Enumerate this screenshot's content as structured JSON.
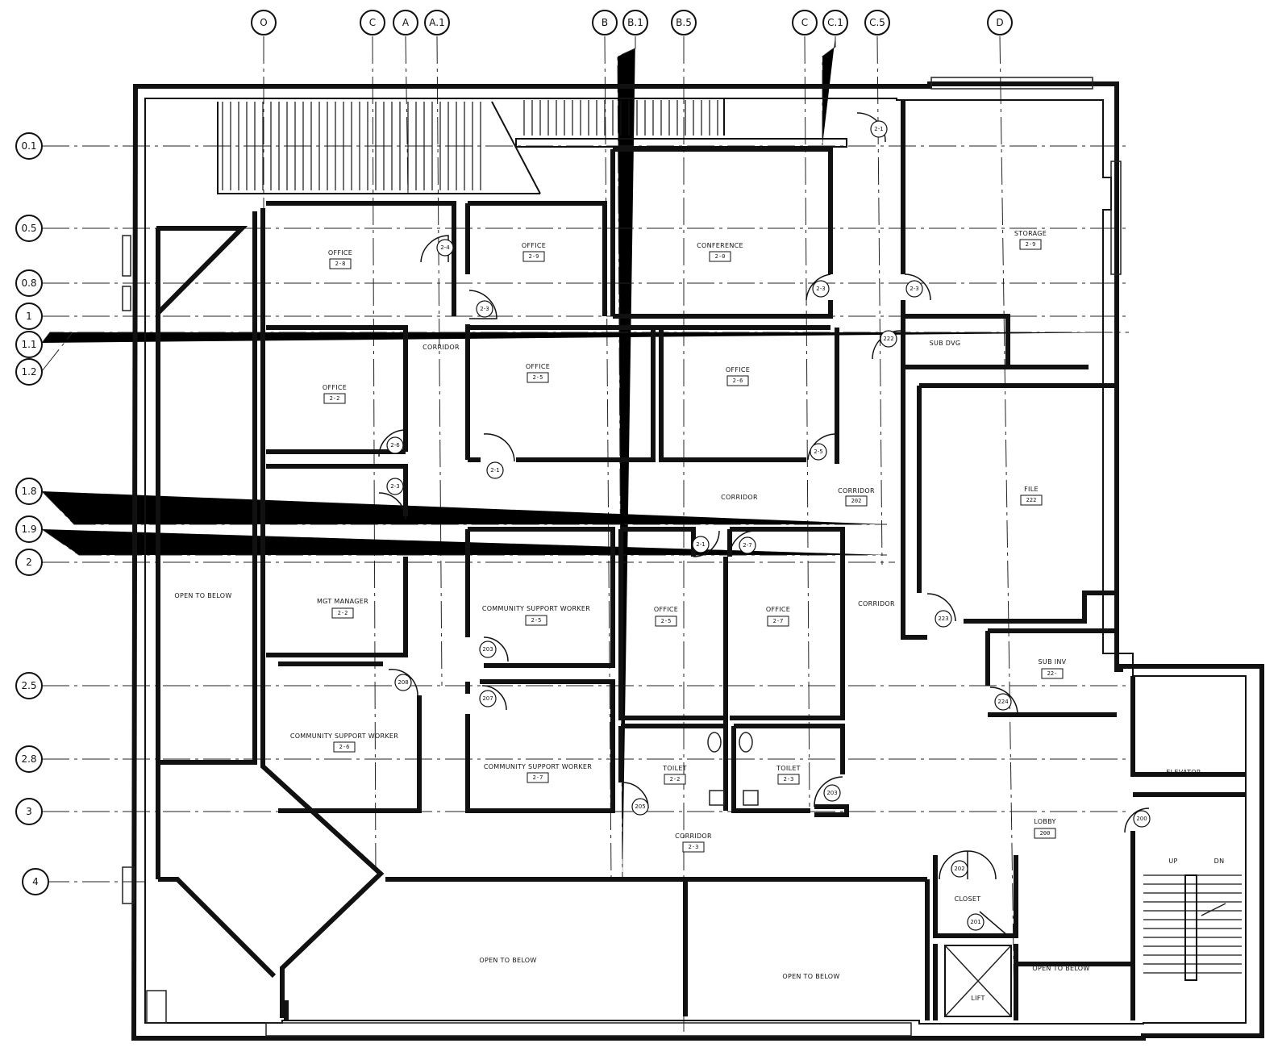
{
  "grid": {
    "columns": [
      "O",
      "C",
      "A",
      "A.1",
      "B",
      "B.1",
      "B.5",
      "C",
      "C.1",
      "C.5",
      "D"
    ],
    "rows": [
      "0.1",
      "0.5",
      "0.8",
      "1",
      "1.1",
      "1.2",
      "1.8",
      "1.9",
      "2",
      "2.5",
      "2.8",
      "3",
      "4"
    ]
  },
  "rooms": {
    "office_tl": {
      "name": "OFFICE",
      "num": "2-8"
    },
    "office_tc": {
      "name": "OFFICE",
      "num": "2-9"
    },
    "conference": {
      "name": "CONFERENCE",
      "num": "2-0"
    },
    "storage_tr": {
      "name": "STORAGE",
      "num": "2-9"
    },
    "office_l2": {
      "name": "OFFICE",
      "num": "2-2"
    },
    "office_c2": {
      "name": "OFFICE",
      "num": "2-5"
    },
    "office_c3": {
      "name": "OFFICE",
      "num": "2-6"
    },
    "sub_dvg": {
      "name": "SUB DVG",
      "num": ""
    },
    "corridor_a1": {
      "name": "CORRIDOR",
      "num": ""
    },
    "corridor_mid": {
      "name": "CORRIDOR",
      "num": ""
    },
    "corridor_right": {
      "name": "CORRIDOR",
      "num": "202"
    },
    "file_room": {
      "name": "FILE",
      "num": "222"
    },
    "mgmt": {
      "name": "MGT MANAGER",
      "num": "2-2"
    },
    "css1": {
      "name": "COMMUNITY SUPPORT WORKER",
      "num": "2-5"
    },
    "office_m1": {
      "name": "OFFICE",
      "num": "2-5"
    },
    "office_m2": {
      "name": "OFFICE",
      "num": "2-7"
    },
    "corridor_e": {
      "name": "CORRIDOR",
      "num": ""
    },
    "sub_inv": {
      "name": "SUB INV",
      "num": "22-"
    },
    "css2": {
      "name": "COMMUNITY SUPPORT WORKER",
      "num": "2-6"
    },
    "css3": {
      "name": "COMMUNITY SUPPORT WORKER",
      "num": "2-7"
    },
    "toilet1": {
      "name": "TOILET",
      "num": "2-2"
    },
    "toilet2": {
      "name": "TOILET",
      "num": "2-3"
    },
    "elevator": {
      "name": "ELEVATOR",
      "num": ""
    },
    "lobby": {
      "name": "LOBBY",
      "num": "200"
    },
    "corridor_s": {
      "name": "CORRIDOR",
      "num": "2-3"
    },
    "closet": {
      "name": "CLOSET",
      "num": ""
    },
    "lift": {
      "name": "LIFT",
      "num": ""
    },
    "open_left": {
      "name": "OPEN TO BELOW",
      "num": ""
    },
    "open_b1": {
      "name": "OPEN TO BELOW",
      "num": ""
    },
    "open_b2": {
      "name": "OPEN TO BELOW",
      "num": ""
    },
    "open_b3": {
      "name": "OPEN TO BELOW",
      "num": ""
    }
  },
  "doors": [
    "2-4",
    "2-3",
    "2-3",
    "2-3",
    "2-1",
    "222",
    "2-1",
    "2-5",
    "2-6",
    "2-3",
    "2-1",
    "2-7",
    "223",
    "203",
    "207",
    "208",
    "205",
    "203",
    "200",
    "202",
    "201",
    "224"
  ],
  "stair_labels": {
    "up": "UP",
    "down": "DN"
  }
}
